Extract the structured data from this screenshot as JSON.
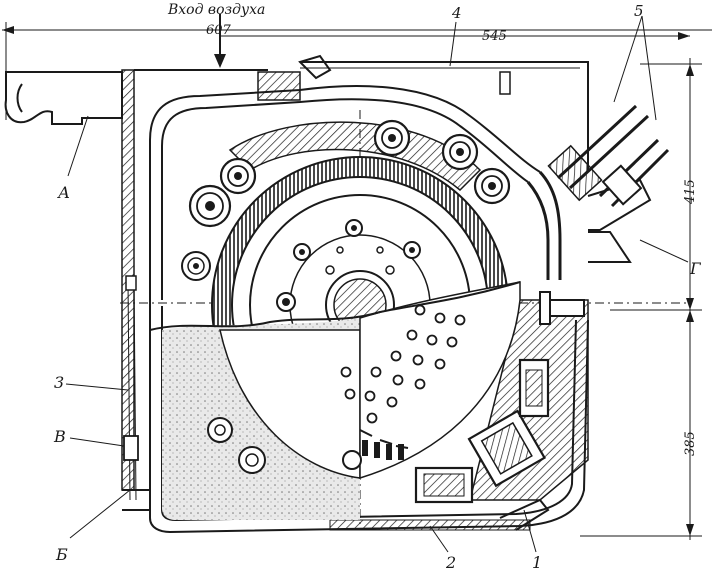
{
  "labels": {
    "air_inlet": "Вход воздуха",
    "dim_total_width": "607",
    "dim_part_width": "545",
    "dim_upper_height": "415",
    "dim_lower_height": "385",
    "callout_1": "1",
    "callout_2": "2",
    "callout_3": "3",
    "callout_4": "4",
    "callout_5": "5",
    "callout_A": "А",
    "callout_B": "Б",
    "callout_V": "В",
    "callout_G": "Г"
  }
}
